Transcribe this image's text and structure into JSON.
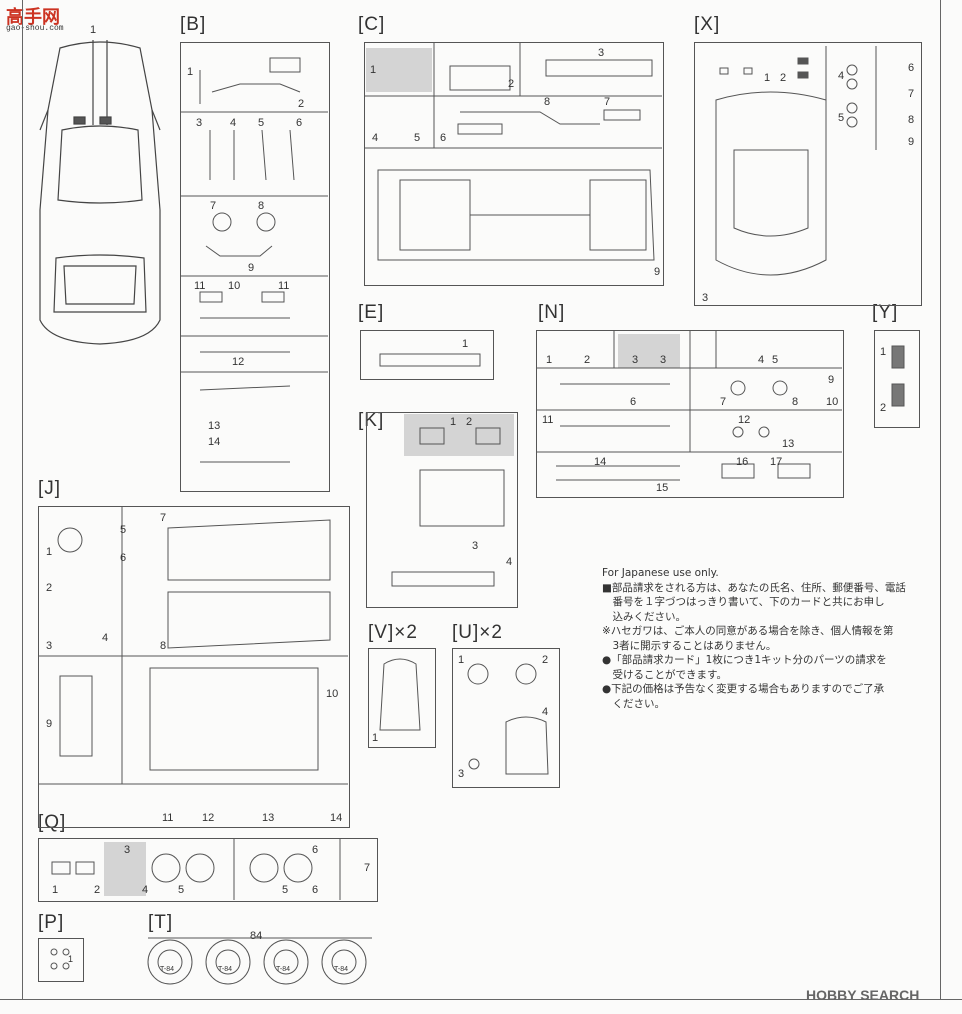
{
  "site_logo": {
    "cn": "高手网",
    "url": "gao-shou.com"
  },
  "car_part": "1",
  "page_number": "84",
  "sections": {
    "B": "[B]",
    "C": "[C]",
    "X": "[X]",
    "E": "[E]",
    "N": "[N]",
    "Y": "[Y]",
    "K": "[K]",
    "J": "[J]",
    "V": "[V]×2",
    "U": "[U]×2",
    "Q": "[Q]",
    "P": "[P]",
    "T": "[T]"
  },
  "part_labels": {
    "B": [
      "1",
      "2",
      "3",
      "4",
      "5",
      "6",
      "7",
      "8",
      "9",
      "11",
      "10",
      "11",
      "12",
      "13",
      "14"
    ],
    "C": [
      "1",
      "2",
      "3",
      "4",
      "5",
      "6",
      "7",
      "8",
      "9"
    ],
    "X": [
      "1",
      "2",
      "3",
      "4",
      "5",
      "6",
      "7",
      "8",
      "9"
    ],
    "E": [
      "1"
    ],
    "N": [
      "1",
      "2",
      "3",
      "3",
      "4",
      "5",
      "6",
      "7",
      "8",
      "9",
      "10",
      "11",
      "12",
      "13",
      "14",
      "15",
      "16",
      "17"
    ],
    "Y": [
      "1",
      "2"
    ],
    "K": [
      "1",
      "2",
      "3",
      "4"
    ],
    "J": [
      "1",
      "2",
      "3",
      "4",
      "5",
      "6",
      "7",
      "8",
      "9",
      "10",
      "11",
      "12",
      "13",
      "14"
    ],
    "V": [
      "1"
    ],
    "U": [
      "1",
      "2",
      "3",
      "4"
    ],
    "Q": [
      "1",
      "2",
      "3",
      "4",
      "5",
      "5",
      "6",
      "6",
      "7"
    ],
    "P": [
      "1"
    ],
    "T_tires": [
      "T-84",
      "T-84",
      "T-84",
      "T-84"
    ]
  },
  "notes": {
    "header": "For Japanese use only.",
    "lines": [
      "■部品請求をされる方は、あなたの氏名、住所、郵便番号、電話",
      "　番号を１字づつはっきり書いて、下のカードと共にお申し",
      "　込みください。",
      "※ハセガワは、ご本人の同意がある場合を除き、個人情報を第",
      "　3者に開示することはありません。",
      "●「部品請求カード」1枚につき1キット分のパーツの請求を",
      "　受けることができます。",
      "●下記の価格は予告なく変更する場合もありますのでご了承",
      "　ください。"
    ]
  },
  "watermark": "HOBBY SEARCH"
}
